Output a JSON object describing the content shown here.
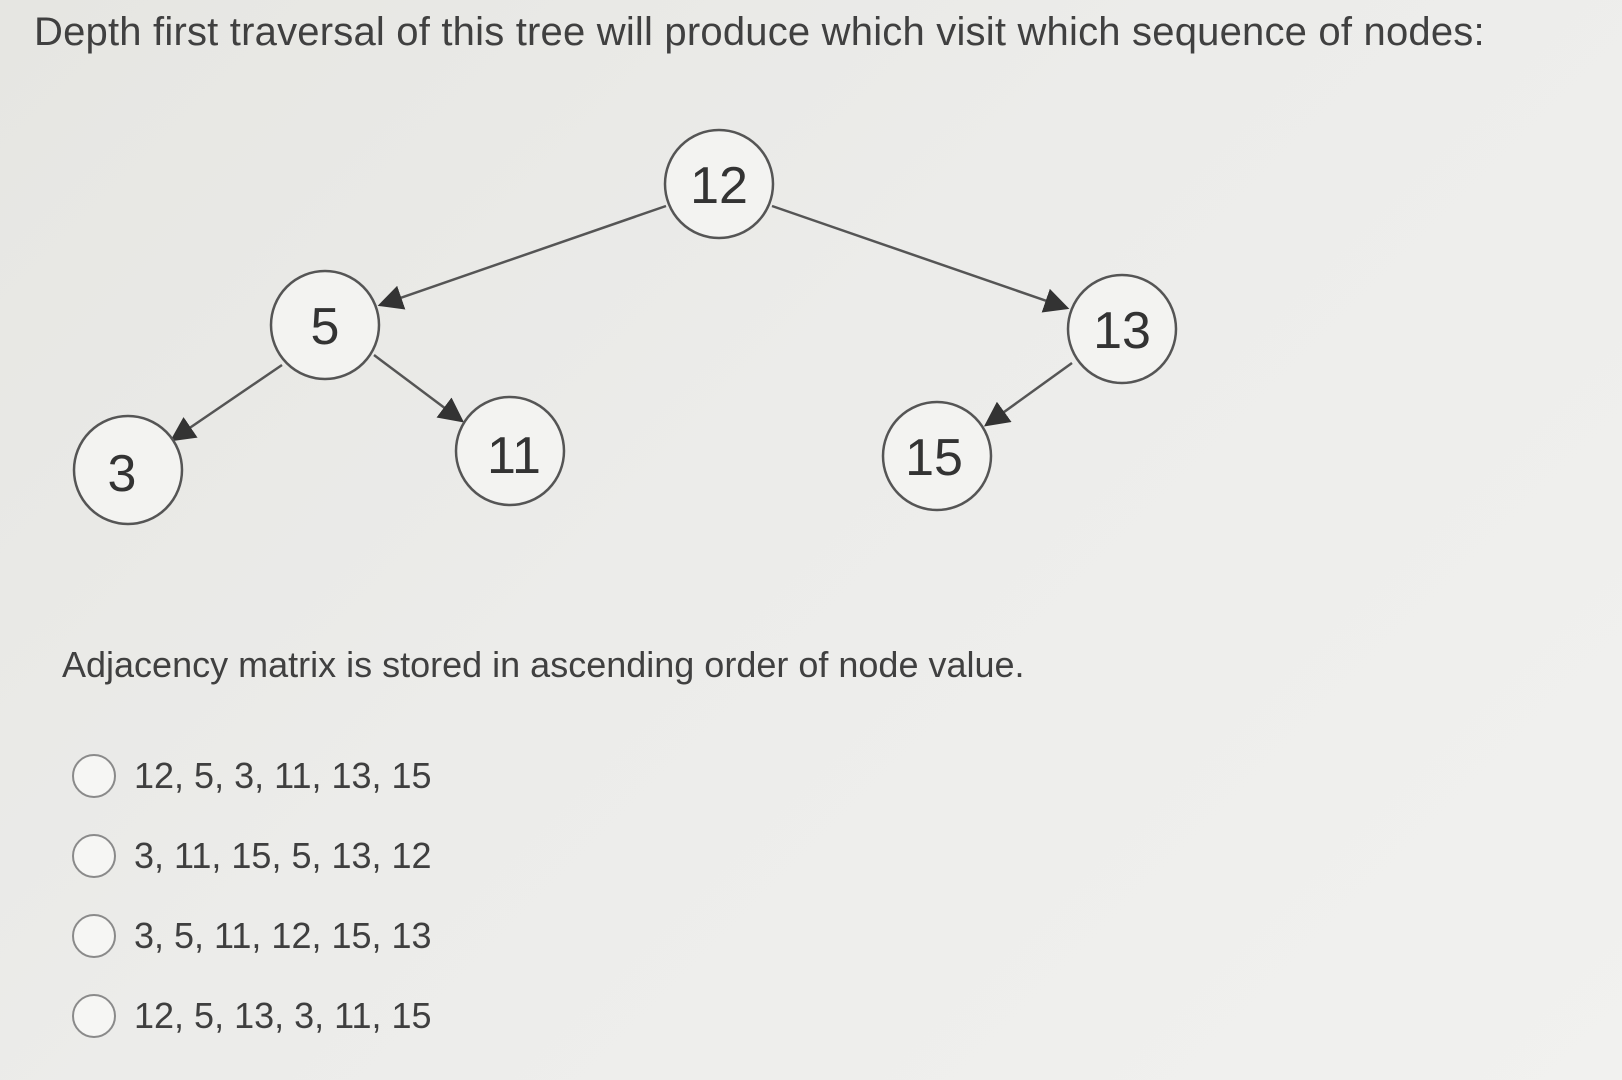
{
  "question": "Depth first traversal of this tree will produce which visit which sequence of nodes:",
  "note": "Adjacency matrix is stored in ascending order of node value.",
  "tree": {
    "nodes": [
      {
        "id": "n12",
        "label": "12"
      },
      {
        "id": "n5",
        "label": "5"
      },
      {
        "id": "n13",
        "label": "13"
      },
      {
        "id": "n3",
        "label": "3"
      },
      {
        "id": "n11",
        "label": "11"
      },
      {
        "id": "n15",
        "label": "15"
      }
    ],
    "edges": [
      {
        "from": "12",
        "to": "5"
      },
      {
        "from": "12",
        "to": "13"
      },
      {
        "from": "5",
        "to": "3"
      },
      {
        "from": "5",
        "to": "11"
      },
      {
        "from": "13",
        "to": "15"
      }
    ]
  },
  "options": [
    {
      "label": "12, 5, 3, 11, 13, 15",
      "selected": false
    },
    {
      "label": "3, 11, 15, 5, 13, 12",
      "selected": false
    },
    {
      "label": "3, 5, 11, 12, 15, 13",
      "selected": false
    },
    {
      "label": "12, 5, 13, 3, 11, 15",
      "selected": false
    }
  ]
}
